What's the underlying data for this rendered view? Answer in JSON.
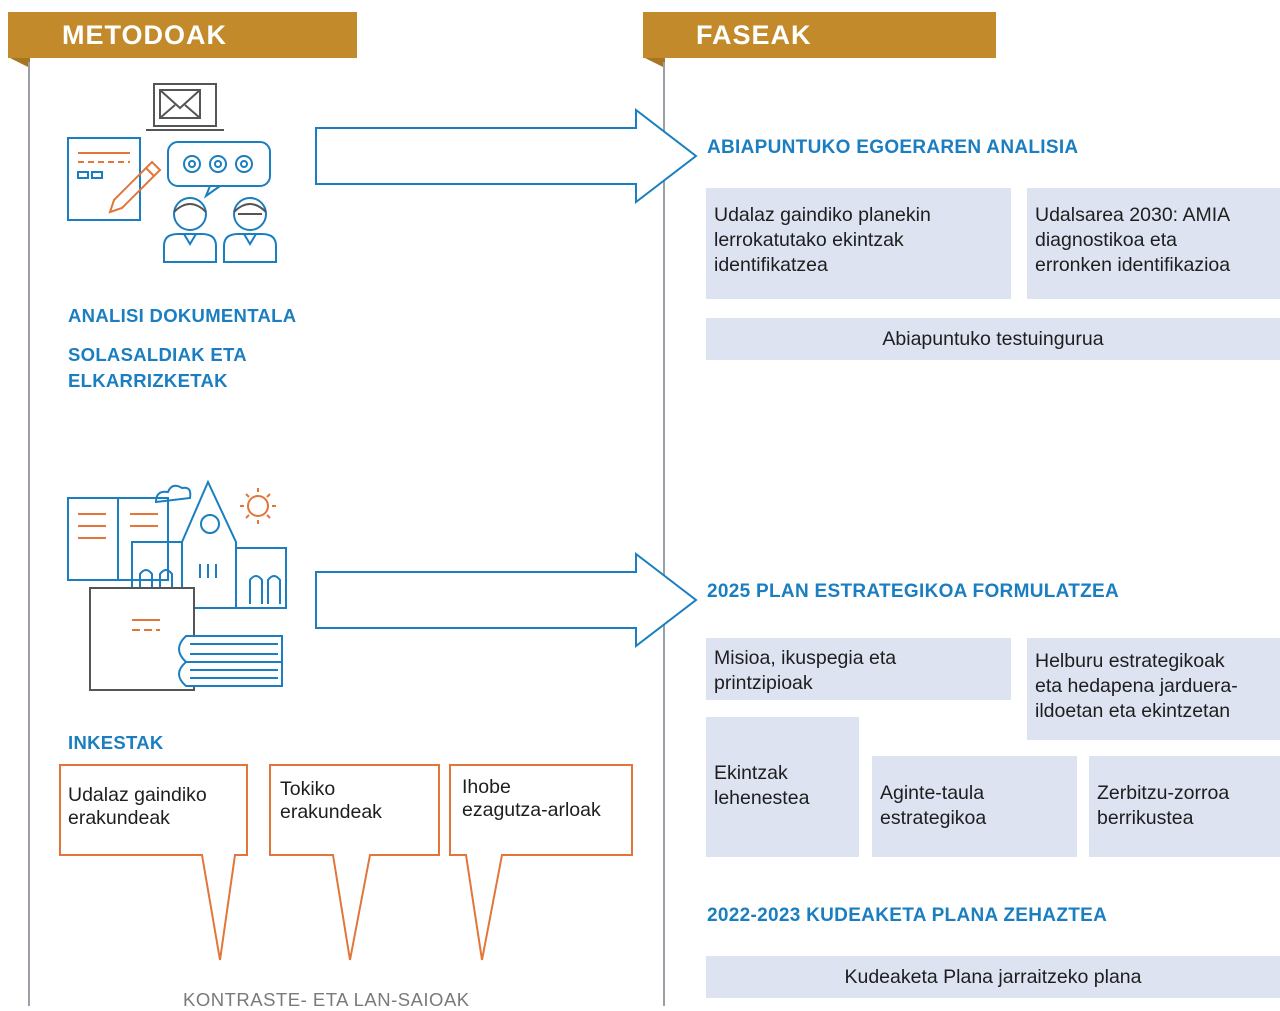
{
  "colors": {
    "gold": "#c28a2a",
    "blue": "#1a7ec0",
    "box_fill": "#dde3f1",
    "orange": "#e2763a",
    "gray": "#9aa0a6"
  },
  "headers": {
    "methods": "METODOAK",
    "phases": "FASEAK"
  },
  "methods": {
    "label1": "ANALISI DOKUMENTALA",
    "label2_line1": "SOLASALDIAK ETA",
    "label2_line2": "ELKARRIZKETAK",
    "label3": "INKESTAK",
    "callouts": [
      {
        "line1": "Udalaz gaindiko",
        "line2": "erakundeak"
      },
      {
        "line1": "Tokiko",
        "line2": "erakundeak"
      },
      {
        "line1": "Ihobe",
        "line2": "ezagutza-arloak"
      }
    ],
    "footer": "KONTRASTE- ETA LAN-SAIOAK",
    "icons": [
      "laptop-mail-icon",
      "document-pen-icon",
      "chat-bubble-icon",
      "people-icon",
      "book-icon",
      "building-icon",
      "sun-icon",
      "books-stack-icon",
      "cloud-icon"
    ]
  },
  "phases": {
    "phase1": {
      "title": "ABIAPUNTUKO EGOERAREN ANALISIA",
      "box1": [
        "Udalaz gaindiko planekin",
        "lerrokatutako ekintzak",
        "identifikatzea"
      ],
      "box2": [
        "Udalsarea 2030: AMIA",
        "diagnostikoa eta",
        "erronken identifikazioa"
      ],
      "box3": "Abiapuntuko testuingurua"
    },
    "phase2": {
      "title": "2025 PLAN ESTRATEGIKOA FORMULATZEA",
      "box1": [
        "Misioa, ikuspegia eta",
        "printzipioak"
      ],
      "box2": [
        "Helburu estrategikoak",
        "eta hedapena jarduera-",
        "ildoetan eta ekintzetan"
      ],
      "box3": [
        "Ekintzak",
        "lehenestea"
      ],
      "box4": [
        "Aginte-taula",
        "estrategikoa"
      ],
      "box5": [
        "Zerbitzu-zorroa",
        "berrikustea"
      ]
    },
    "phase3": {
      "title": "2022-2023 KUDEAKETA PLANA ZEHAZTEA",
      "box1": "Kudeaketa Plana jarraitzeko plana"
    }
  }
}
